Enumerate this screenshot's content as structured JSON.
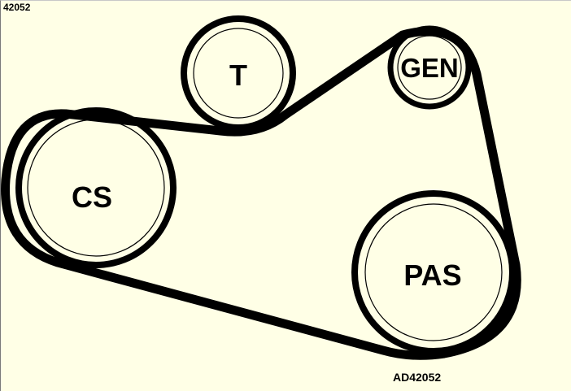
{
  "diagram": {
    "id_label": "42052",
    "reference_code": "AD42052",
    "colors": {
      "background": "#ffffe6",
      "belt": "#000000",
      "pulley_outline": "#000000"
    },
    "pulleys": {
      "tensioner": {
        "label": "T"
      },
      "generator": {
        "label": "GEN"
      },
      "crankshaft": {
        "label": "CS"
      },
      "power_steering": {
        "label": "PAS"
      }
    }
  }
}
